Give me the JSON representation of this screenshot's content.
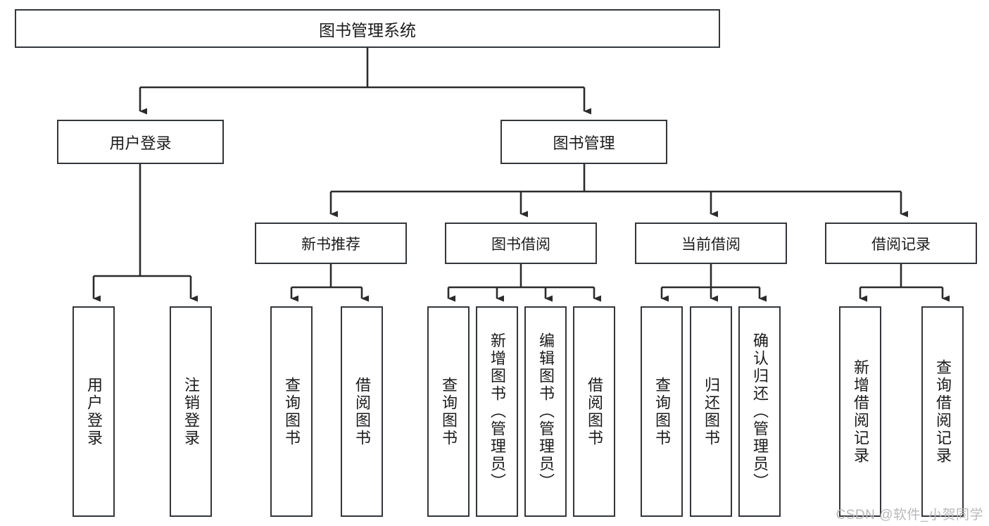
{
  "diagram": {
    "type": "hierarchy-tree",
    "title": "图书管理系统",
    "root": {
      "label": "图书管理系统"
    },
    "level2": [
      {
        "label": "用户登录"
      },
      {
        "label": "图书管理"
      }
    ],
    "level3": [
      {
        "label": "新书推荐"
      },
      {
        "label": "图书借阅"
      },
      {
        "label": "当前借阅"
      },
      {
        "label": "借阅记录"
      }
    ],
    "leaves": {
      "user_login": [
        {
          "label": "用户登录"
        },
        {
          "label": "注销登录"
        }
      ],
      "new_book_recommend": [
        {
          "label": "查询图书"
        },
        {
          "label": "借阅图书"
        }
      ],
      "book_borrow": [
        {
          "label": "查询图书"
        },
        {
          "label": "新增图书（管理员）"
        },
        {
          "label": "编辑图书（管理员）"
        },
        {
          "label": "借阅图书"
        }
      ],
      "current_borrow": [
        {
          "label": "查询图书"
        },
        {
          "label": "归还图书"
        },
        {
          "label": "确认归还（管理员）"
        }
      ],
      "borrow_record": [
        {
          "label": "新增借阅记录"
        },
        {
          "label": "查询借阅记录"
        }
      ]
    }
  },
  "watermark": {
    "text": "CSDN @软件_小贺同学"
  },
  "colors": {
    "border": "#33363b",
    "text": "#1b1b1b",
    "background": "#ffffff",
    "connector": "#2b2b2b",
    "watermark": "#b9b9b9"
  }
}
